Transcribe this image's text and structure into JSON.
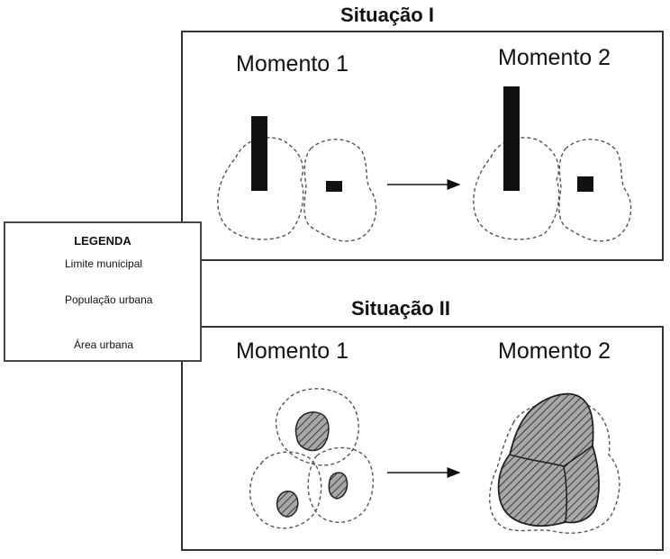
{
  "situation1": {
    "title": "Situação I",
    "moment1": "Momento 1",
    "moment2": "Momento 2"
  },
  "situation2": {
    "title": "Situação II",
    "moment1": "Momento 1",
    "moment2": "Momento 2"
  },
  "legend": {
    "title": "LEGENDA",
    "items": [
      {
        "label": "Limite municipal",
        "symbol": "dashed-line"
      },
      {
        "label": "População urbana",
        "symbol": "black-bar"
      },
      {
        "label": "Área urbana",
        "symbol": "hatched-shape"
      }
    ]
  },
  "colors": {
    "ink": "#111111",
    "border": "#333333",
    "hatch_fill": "#9a9a9a"
  }
}
